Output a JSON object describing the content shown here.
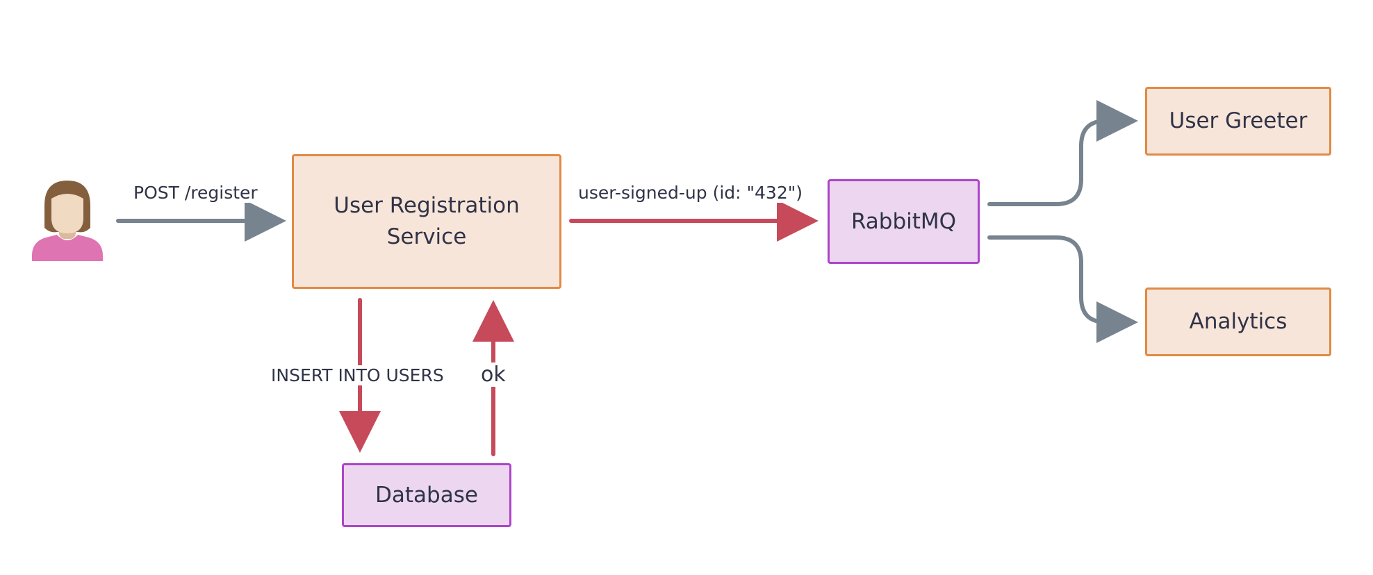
{
  "nodes": {
    "user_registration": "User Registration\nService",
    "rabbitmq": "RabbitMQ",
    "database": "Database",
    "user_greeter": "User Greeter",
    "analytics": "Analytics"
  },
  "edges": {
    "post_register": "POST /register",
    "user_signed_up": "user-signed-up (id: \"432\")",
    "insert_into_users": "INSERT INTO USERS",
    "ok": "ok"
  },
  "colors": {
    "service_fill": "#f8e5d9",
    "service_border": "#e08a44",
    "infra_fill": "#ecd6f0",
    "infra_border": "#ad45c9",
    "arrow_gray": "#77838e",
    "arrow_red": "#c64a5a",
    "text": "#2f3347",
    "person_hair": "#835f3e",
    "person_skin": "#f1dac2",
    "person_shirt": "#df74b2"
  },
  "icons": {
    "user": "person-icon"
  }
}
